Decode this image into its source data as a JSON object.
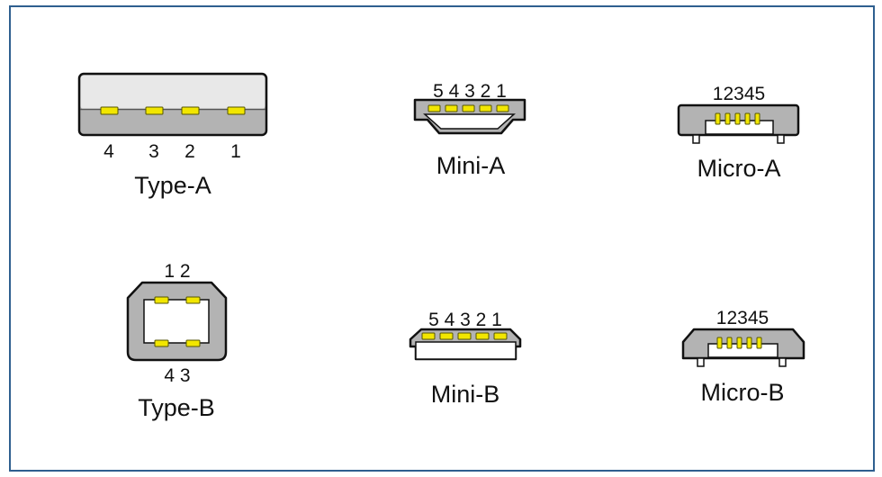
{
  "colors": {
    "frame_border": "#2f5f8f",
    "connector_outline": "#111111",
    "connector_body": "#b3b3b3",
    "connector_light": "#e8e8e8",
    "connector_inner": "#ffffff",
    "pin_fill": "#f2e600",
    "pin_outline": "#555500"
  },
  "connectors": {
    "type_a": {
      "label": "Type-A",
      "pins": [
        "4",
        "3",
        "2",
        "1"
      ]
    },
    "mini_a": {
      "label": "Mini-A",
      "pins": "5 4 3 2 1"
    },
    "micro_a": {
      "label": "Micro-A",
      "pins": "12345"
    },
    "type_b": {
      "label": "Type-B",
      "pins_top": "1 2",
      "pins_bottom": "4 3"
    },
    "mini_b": {
      "label": "Mini-B",
      "pins": "5 4 3 2 1"
    },
    "micro_b": {
      "label": "Micro-B",
      "pins": "12345"
    }
  }
}
